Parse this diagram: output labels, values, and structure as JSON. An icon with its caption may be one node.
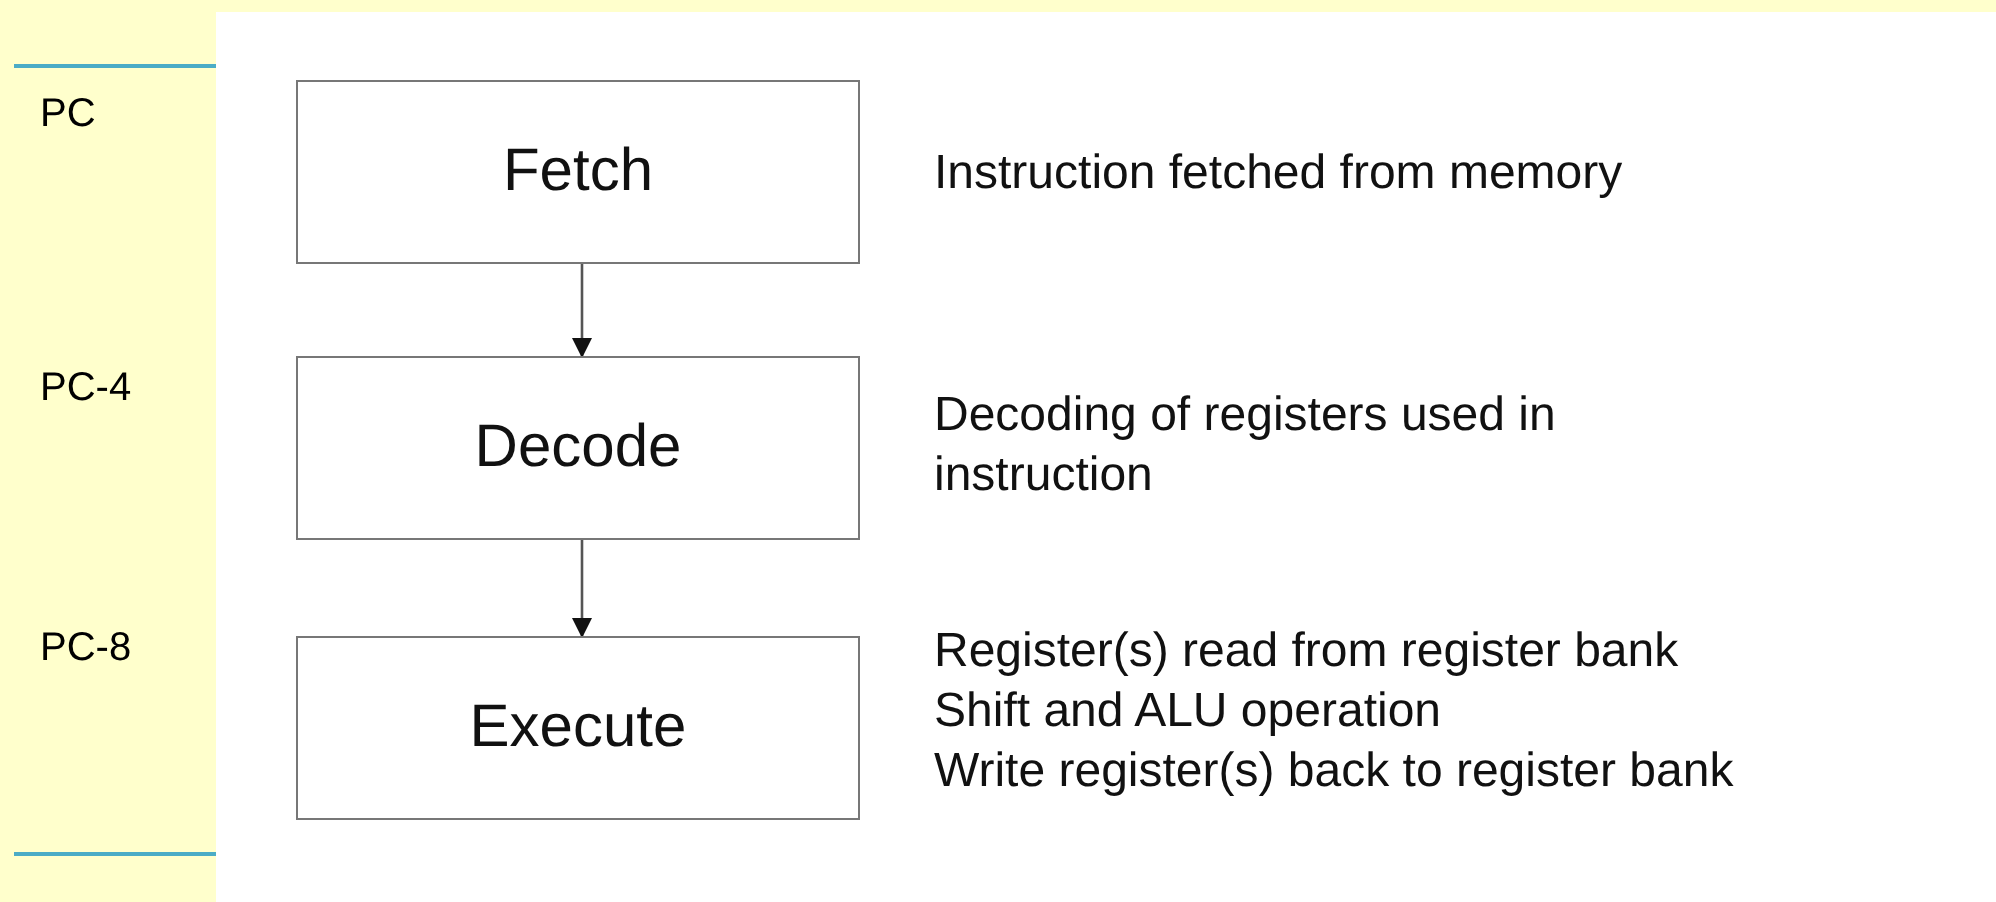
{
  "diagram": {
    "nodes": [
      {
        "text": [
          "Fetch"
        ],
        "beside": [
          "Instruction fetched from memory"
        ]
      },
      {
        "text": [
          "Decode"
        ],
        "beside": [
          "Decoding of registers used in instruction"
        ]
      },
      {
        "text": [
          "Execute"
        ],
        "beside": [
          "Register(s) read from register bank",
          "Shift and ALU operation",
          "Write register(s) back to register bank"
        ]
      }
    ],
    "edges": [
      {
        "from": 0,
        "to": 1,
        "arrow": "to"
      },
      {
        "from": 1,
        "to": 2,
        "arrow": "to"
      }
    ],
    "labels": [
      "PC",
      "PC-4",
      "PC-8"
    ]
  }
}
